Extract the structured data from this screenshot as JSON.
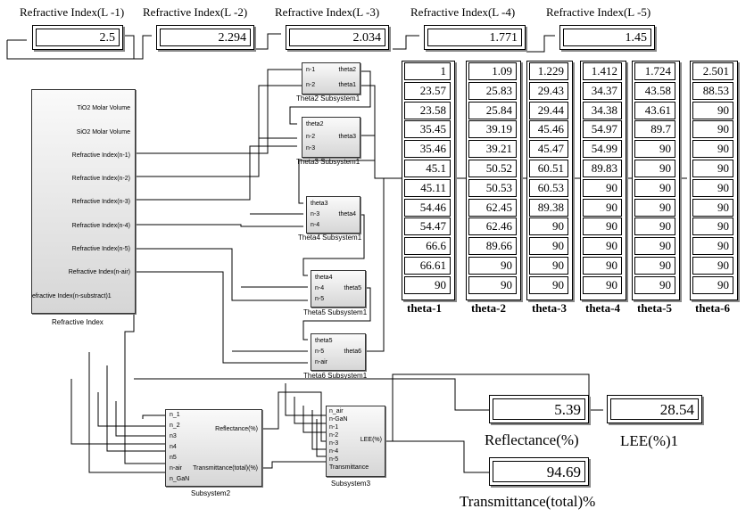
{
  "layer_displays": [
    {
      "title": "Refractive Index(L -1)",
      "value": "2.5"
    },
    {
      "title": "Refractive Index(L -2)",
      "value": "2.294"
    },
    {
      "title": "Refractive Index(L -3)",
      "value": "2.034"
    },
    {
      "title": "Refractive Index(L -4)",
      "value": "1.771"
    },
    {
      "title": "Refractive Index(L -5)",
      "value": "1.45"
    }
  ],
  "refractive_block": {
    "ports": [
      "TiO2 Molar Volume",
      "SiO2 Molar Volume",
      "Refractive Index(n-1)",
      "Refractive Index(n-2)",
      "Refractive Index(n-3)",
      "Refractive Index(n-4)",
      "Refractive Index(n-5)",
      "Refractive Index(n-air)",
      "efractive Index(n-substract)1"
    ],
    "caption": "Refractive Index"
  },
  "subsystems": [
    {
      "caption": "Theta2 Subsystem1",
      "in_ports": [
        "n-1",
        "n-2"
      ],
      "out_ports": [
        "theta2",
        "theta1"
      ]
    },
    {
      "caption": "Theta3 Subsystem1",
      "in_ports": [
        "theta2",
        "n-2",
        "n-3"
      ],
      "out_ports": [
        "theta3"
      ]
    },
    {
      "caption": "Theta4 Subsystem1",
      "in_ports": [
        "theta3",
        "n-3",
        "n-4"
      ],
      "out_ports": [
        "theta4"
      ]
    },
    {
      "caption": "Theta5 Subsystem1",
      "in_ports": [
        "theta4",
        "n-4",
        "n-5"
      ],
      "out_ports": [
        "theta5"
      ]
    },
    {
      "caption": "Theta6 Subsystem1",
      "in_ports": [
        "theta5",
        "n-5",
        "n-air"
      ],
      "out_ports": [
        "theta6"
      ]
    },
    {
      "caption": "Subsystem2",
      "in_ports": [
        "n_1",
        "n_2",
        "n3",
        "n4",
        "n5",
        "n-air",
        "n_GaN"
      ],
      "out_ports": [
        "Reflectance(%)",
        "Transmittance(total)(%)"
      ]
    },
    {
      "caption": "Subsystem3",
      "in_ports": [
        "n_air",
        "n-GaN",
        "n-1",
        "n-2",
        "n-3",
        "n-4",
        "n-5",
        "Transmittance"
      ],
      "out_ports": [
        "LEE(%)"
      ]
    }
  ],
  "theta_columns": [
    {
      "label": "theta-1",
      "values": [
        "1",
        "23.57",
        "23.58",
        "35.45",
        "35.46",
        "45.1",
        "45.11",
        "54.46",
        "54.47",
        "66.6",
        "66.61",
        "90"
      ]
    },
    {
      "label": "theta-2",
      "values": [
        "1.09",
        "25.83",
        "25.84",
        "39.19",
        "39.21",
        "50.52",
        "50.53",
        "62.45",
        "62.46",
        "89.66",
        "90",
        "90"
      ]
    },
    {
      "label": "theta-3",
      "values": [
        "1.229",
        "29.43",
        "29.44",
        "45.46",
        "45.47",
        "60.51",
        "60.53",
        "89.38",
        "90",
        "90",
        "90",
        "90"
      ]
    },
    {
      "label": "theta-4",
      "values": [
        "1.412",
        "34.37",
        "34.38",
        "54.97",
        "54.99",
        "89.83",
        "90",
        "90",
        "90",
        "90",
        "90",
        "90"
      ]
    },
    {
      "label": "theta-5",
      "values": [
        "1.724",
        "43.58",
        "43.61",
        "89.7",
        "90",
        "90",
        "90",
        "90",
        "90",
        "90",
        "90",
        "90"
      ]
    },
    {
      "label": "theta-6",
      "values": [
        "2.501",
        "88.53",
        "90",
        "90",
        "90",
        "90",
        "90",
        "90",
        "90",
        "90",
        "90",
        "90"
      ]
    }
  ],
  "results": {
    "reflectance": {
      "value": "5.39",
      "label": "Reflectance(%)"
    },
    "lee": {
      "value": "28.54",
      "label": "LEE(%)1"
    },
    "transmittance": {
      "value": "94.69",
      "label": "Transmittance(total)%"
    }
  }
}
